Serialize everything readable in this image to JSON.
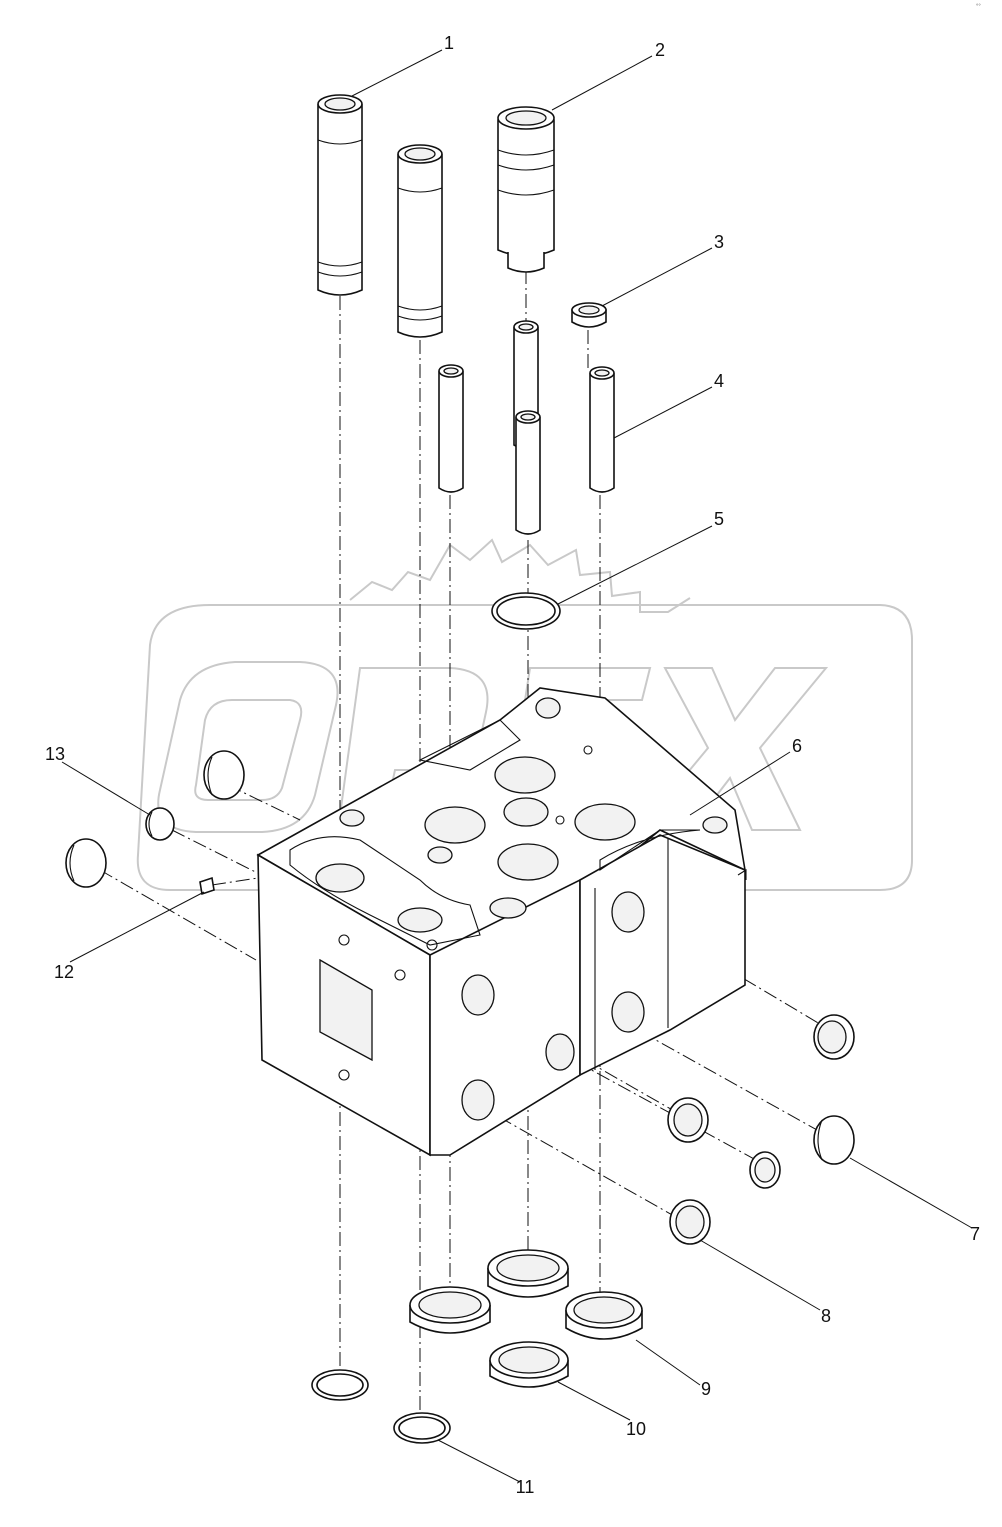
{
  "watermark": {
    "text": "OPEX"
  },
  "corner_mark": "°°",
  "callouts": [
    {
      "id": "1",
      "label": "1"
    },
    {
      "id": "2",
      "label": "2"
    },
    {
      "id": "3",
      "label": "3"
    },
    {
      "id": "4",
      "label": "4"
    },
    {
      "id": "5",
      "label": "5"
    },
    {
      "id": "6",
      "label": "6"
    },
    {
      "id": "7",
      "label": "7"
    },
    {
      "id": "8",
      "label": "8"
    },
    {
      "id": "9",
      "label": "9"
    },
    {
      "id": "10",
      "label": "10"
    },
    {
      "id": "11",
      "label": "11"
    },
    {
      "id": "12",
      "label": "12"
    },
    {
      "id": "13",
      "label": "13"
    }
  ]
}
